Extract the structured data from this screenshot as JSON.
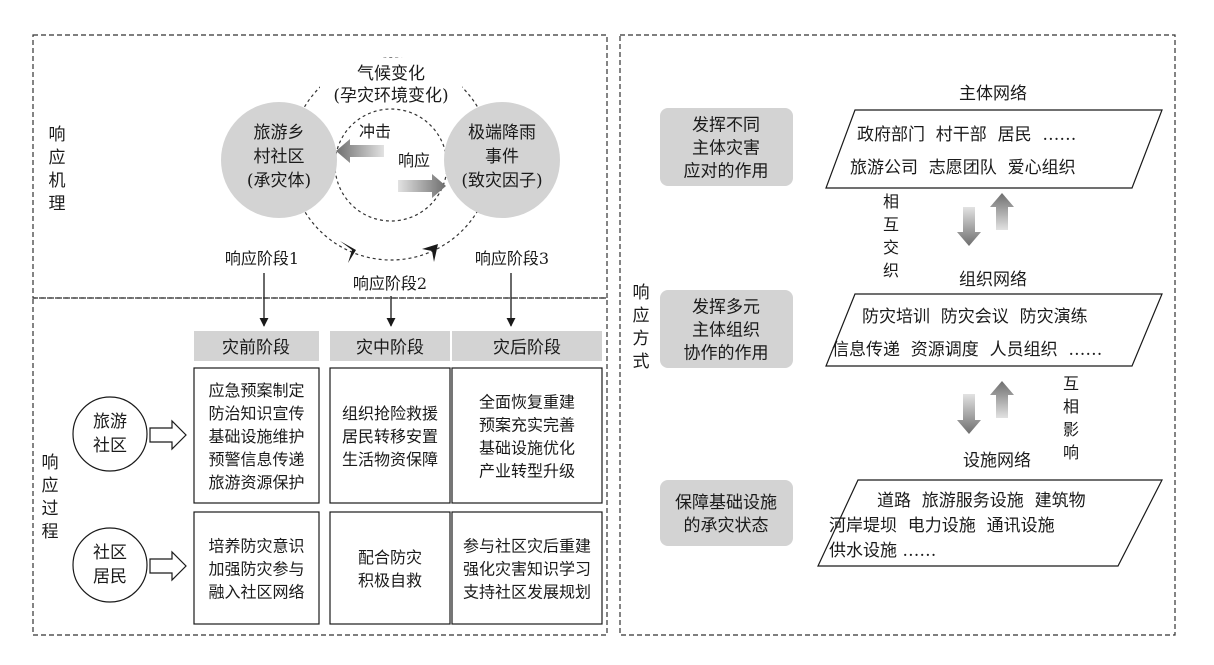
{
  "colors": {
    "border": "#333333",
    "fill_gray": "#d3d3d3",
    "text": "#1a1a1a",
    "arrow_light": "#dcdcdc",
    "arrow_dark": "#7a7a7a"
  },
  "mechanism": {
    "side_label": [
      "响",
      "应",
      "机",
      "理"
    ],
    "climate": [
      "气候变化",
      "(孕灾环境变化)"
    ],
    "community_circle": [
      "旅游乡",
      "村社区",
      "(承灾体)"
    ],
    "rain_circle": [
      "极端降雨",
      "事件",
      "(致灾因子)"
    ],
    "impact_label": "冲击",
    "response_label": "响应",
    "stage1": "响应阶段1",
    "stage2": "响应阶段2",
    "stage3": "响应阶段3"
  },
  "process": {
    "side_label": [
      "响",
      "应",
      "过",
      "程"
    ],
    "phase_headers": [
      "灾前阶段",
      "灾中阶段",
      "灾后阶段"
    ],
    "actors": [
      {
        "name": [
          "旅游",
          "社区"
        ],
        "cells": [
          [
            "应急预案制定",
            "防治知识宣传",
            "基础设施维护",
            "预警信息传递",
            "旅游资源保护"
          ],
          [
            "组织抢险救援",
            "居民转移安置",
            "生活物资保障"
          ],
          [
            "全面恢复重建",
            "预案充实完善",
            "基础设施优化",
            "产业转型升级"
          ]
        ]
      },
      {
        "name": [
          "社区",
          "居民"
        ],
        "cells": [
          [
            "培养防灾意识",
            "加强防灾参与",
            "融入社区网络"
          ],
          [
            "配合防灾",
            "积极自救"
          ],
          [
            "参与社区灾后重建",
            "强化灾害知识学习",
            "支持社区发展规划"
          ]
        ]
      }
    ]
  },
  "method": {
    "side_label": [
      "响",
      "应",
      "方",
      "式"
    ],
    "subject_network": {
      "title": "主体网络",
      "role": [
        "发挥不同",
        "主体灾害",
        "应对的作用"
      ],
      "items": [
        "政府部门  村干部  居民  ……",
        "旅游公司  志愿团队  爱心组织"
      ]
    },
    "interweave_label": [
      "相",
      "互",
      "交",
      "织"
    ],
    "org_network": {
      "title": "组织网络",
      "role": [
        "发挥多元",
        "主体组织",
        "协作的作用"
      ],
      "items": [
        "防灾培训  防灾会议  防灾演练",
        "信息传递  资源调度  人员组织  ……"
      ]
    },
    "influence_label": [
      "互",
      "相",
      "影",
      "响"
    ],
    "facility_network": {
      "title": "设施网络",
      "role": [
        "保障基础设施",
        "的承灾状态"
      ],
      "items": [
        "道路  旅游服务设施  建筑物",
        "河岸堤坝  电力设施  通讯设施",
        "供水设施 ……"
      ]
    }
  }
}
